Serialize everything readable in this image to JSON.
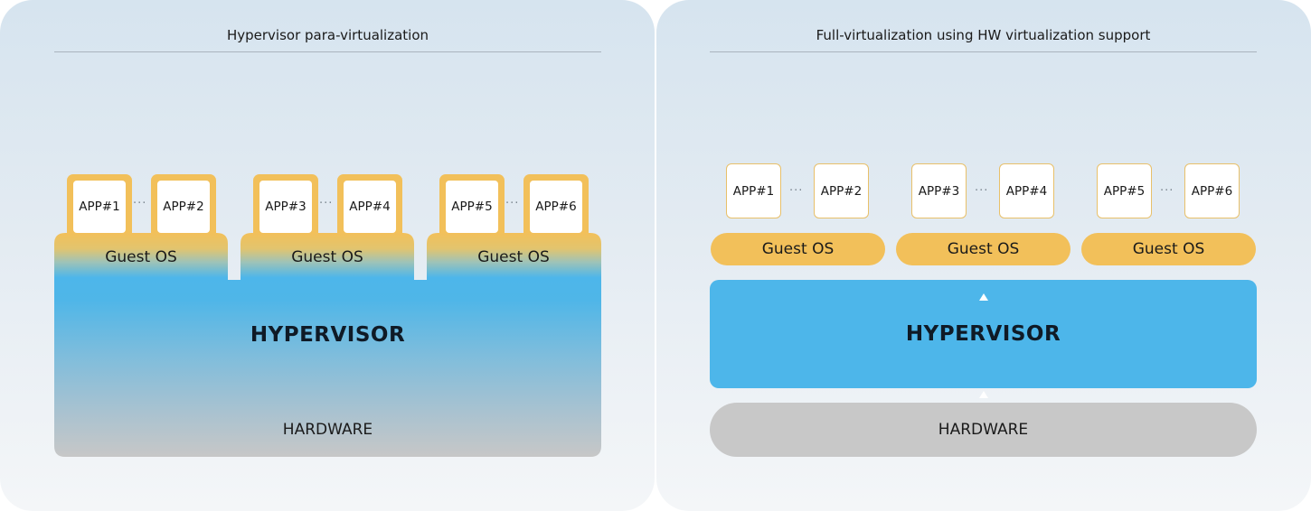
{
  "left_panel": {
    "title": "Hypervisor para-virtualization",
    "apps": [
      "APP#1",
      "APP#2",
      "APP#3",
      "APP#4",
      "APP#5",
      "APP#6"
    ],
    "ellipsis": "···",
    "guest_os": [
      "Guest OS",
      "Guest OS",
      "Guest OS"
    ],
    "hypervisor": "HYPERVISOR",
    "hardware": "HARDWARE"
  },
  "right_panel": {
    "title": "Full-virtualization using HW virtualization support",
    "apps": [
      "APP#1",
      "APP#2",
      "APP#3",
      "APP#4",
      "APP#5",
      "APP#6"
    ],
    "ellipsis": "···",
    "guest_os": [
      "Guest OS",
      "Guest OS",
      "Guest OS"
    ],
    "hypervisor": "HYPERVISOR",
    "hardware": "HARDWARE"
  },
  "colors": {
    "guest_os": "#f2c05a",
    "hypervisor": "#4db6ea",
    "hardware": "#c8c8c8"
  }
}
